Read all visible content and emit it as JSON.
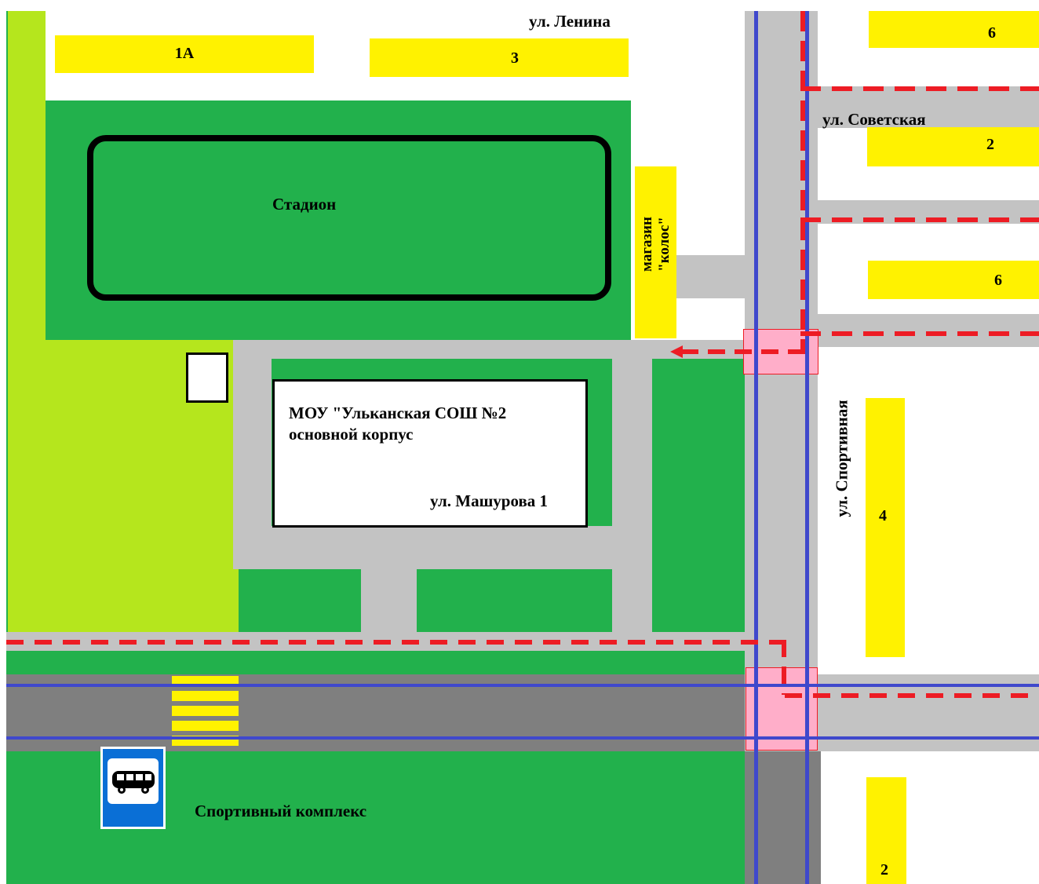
{
  "streets": {
    "lenina": "ул. Ленина",
    "sovetskaya": "ул. Советская",
    "sportivnaya": "ул. Спортивная"
  },
  "buildings": {
    "b1a": "1А",
    "b3": "3",
    "b6_top": "6",
    "b2_top": "2",
    "b6_mid": "6",
    "b4": "4",
    "b2_bottom": "2"
  },
  "places": {
    "stadium": "Стадион",
    "shop_line1": "магазин",
    "shop_line2": "\"колос\"",
    "school_line1": "МОУ \"Ульканская СОШ №2",
    "school_line2": "основной корпус",
    "school_address": "ул. Машурова 1",
    "sports_complex": "Спортивный комплекс"
  },
  "icons": {
    "bus_stop": "bus-icon"
  },
  "colors": {
    "light_green": "#b5e61d",
    "green": "#22b14c",
    "gray_path": "#c3c3c3",
    "road": "#7f7f7f",
    "yellow": "#fff200",
    "red_route": "#ed1c24",
    "blue_line": "#3f48cc",
    "pink_crossing": "#ffaec9",
    "bus_sign_blue": "#0a6fd6"
  }
}
